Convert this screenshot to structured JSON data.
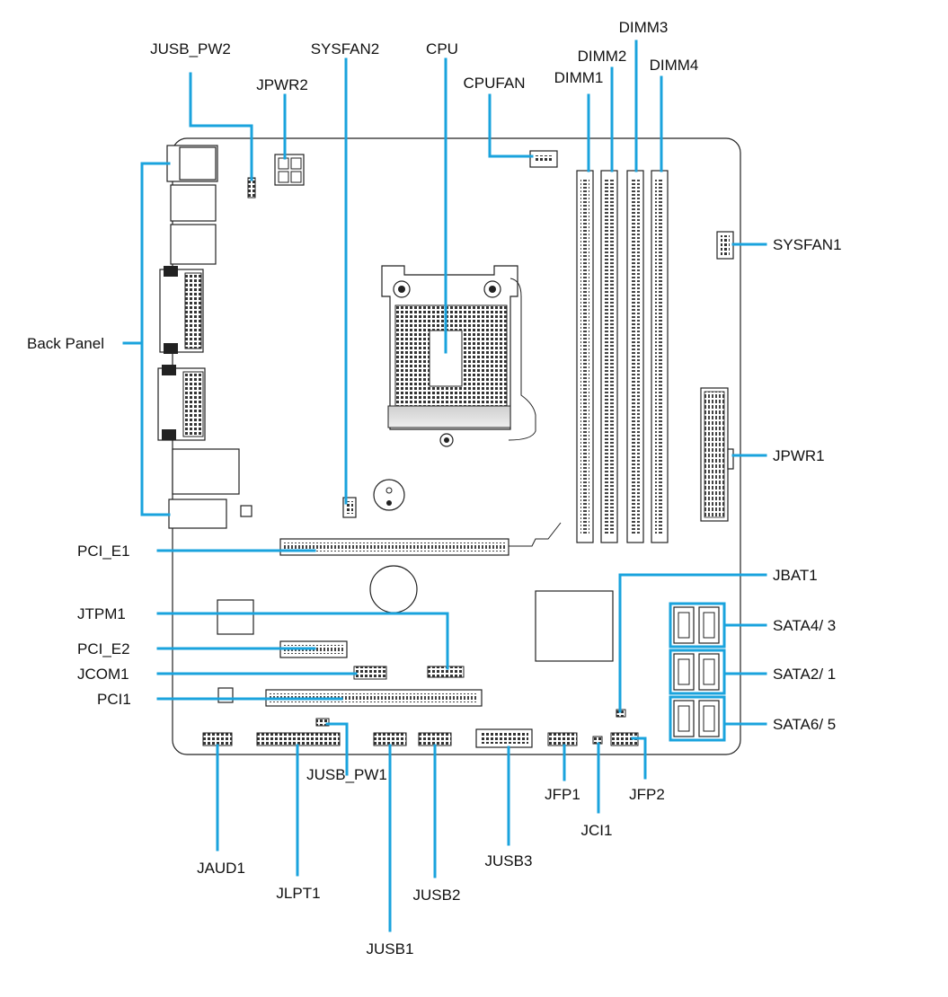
{
  "labels": {
    "jusb_pw2": "JUSB_PW2",
    "sysfan2": "SYSFAN2",
    "cpu": "CPU",
    "jpwr2": "JPWR2",
    "cpufan": "CPUFAN",
    "dimm1": "DIMM1",
    "dimm2": "DIMM2",
    "dimm3": "DIMM3",
    "dimm4": "DIMM4",
    "sysfan1": "SYSFAN1",
    "back_panel": "Back  Panel",
    "jpwr1": "JPWR1",
    "pci_e1": "PCI_E1",
    "jbat1": "JBAT1",
    "jtpm1": "JTPM1",
    "sata43": "SATA4/ 3",
    "pci_e2": "PCI_E2",
    "jcom1": "JCOM1",
    "sata21": "SATA2/ 1",
    "pci1": "PCI1",
    "sata65": "SATA6/ 5",
    "jusb_pw1": "JUSB_PW1",
    "jfp1": "JFP1",
    "jfp2": "JFP2",
    "jci1": "JCI1",
    "jaud1": "JAUD1",
    "jusb3": "JUSB3",
    "jlpt1": "JLPT1",
    "jusb2": "JUSB2",
    "jusb1": "JUSB1"
  },
  "colors": {
    "leader": "#1aa3dd",
    "outline": "#222222"
  }
}
